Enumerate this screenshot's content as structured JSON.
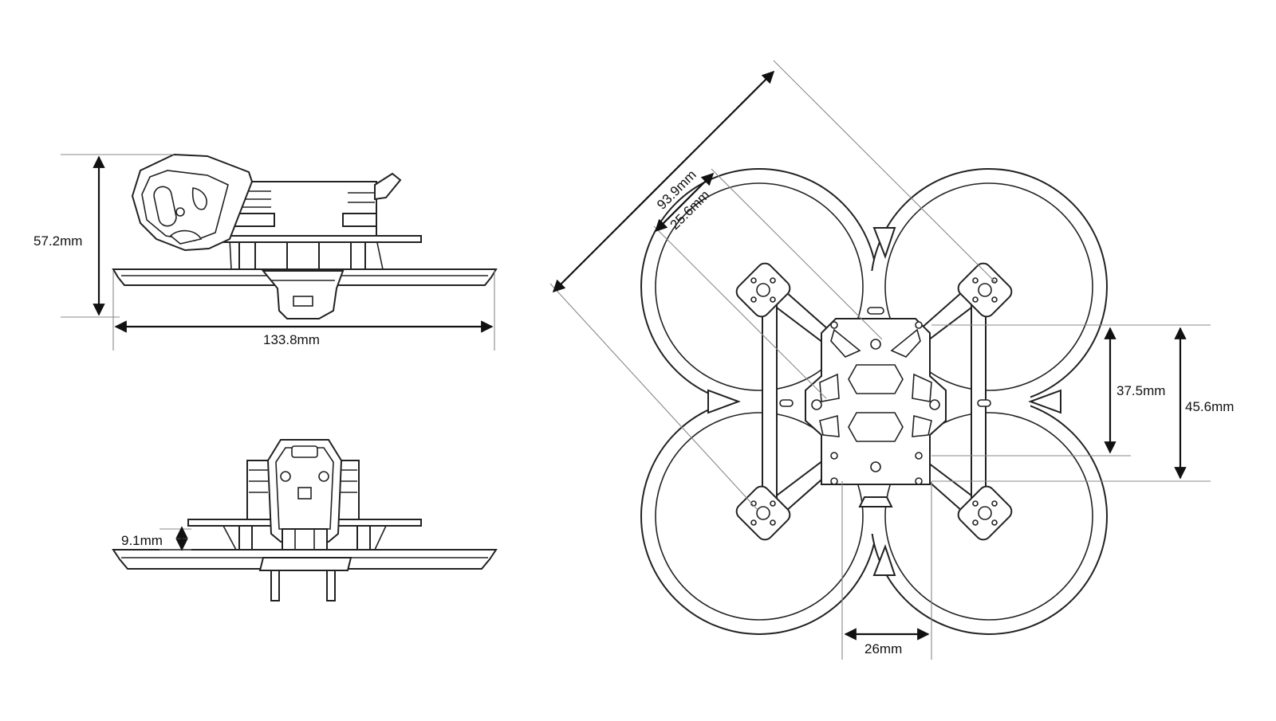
{
  "drawing": {
    "side_view": {
      "height_label": "57.2mm",
      "length_label": "133.8mm"
    },
    "front_view": {
      "clearance_label": "9.1mm"
    },
    "top_view": {
      "diagonal_label": "93.9mm",
      "stack_diagonal_label": "25.6mm",
      "mount_height_inner_label": "37.5mm",
      "mount_height_outer_label": "45.6mm",
      "mount_width_label": "26mm"
    }
  },
  "colors": {
    "line": "#222222",
    "extension_line": "#888888",
    "background": "#ffffff"
  }
}
